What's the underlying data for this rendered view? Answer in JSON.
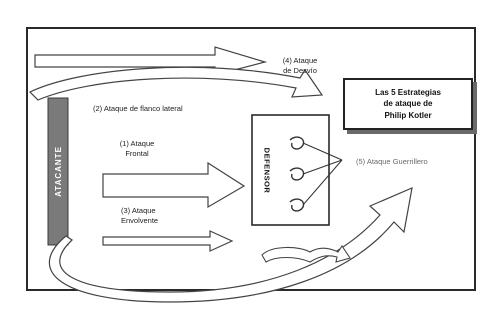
{
  "title_box": {
    "line1": "Las 5 Estrategias",
    "line2": "de ataque de",
    "line3": "Philip Kotler"
  },
  "attacker_label": "ATACANTE",
  "defense_label": "DEFENSOR",
  "labels": {
    "bypass_1": "(4) Ataque",
    "bypass_2": "de Desvío",
    "flank": "(2) Ataque de flanco lateral",
    "frontal_1": "(1) Ataque",
    "frontal_2": "Frontal",
    "envelop_1": "(3) Ataque",
    "envelop_2": "Envolvente",
    "guerrilla": "(5) Ataque Guerrillero"
  }
}
